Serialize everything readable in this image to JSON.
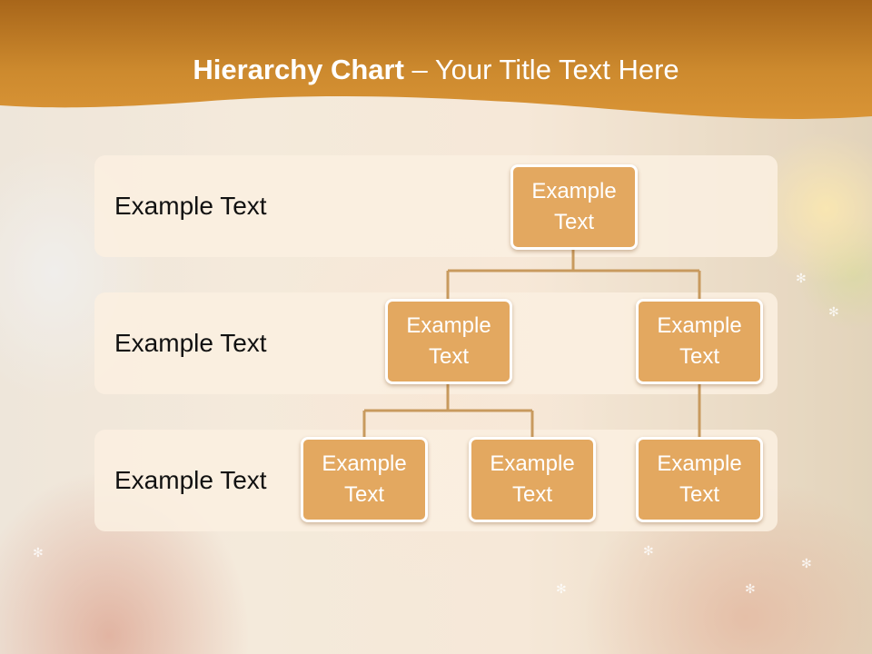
{
  "slide": {
    "title_bold": "Hierarchy Chart",
    "title_dash": " – ",
    "title_rest": "Your Title Text Here"
  },
  "tiers": [
    {
      "label": "Example Text"
    },
    {
      "label": "Example Text"
    },
    {
      "label": "Example Text"
    }
  ],
  "nodes": {
    "root": "Example Text",
    "level2_left": "Example Text",
    "level2_right": "Example Text",
    "level3_left": "Example Text",
    "level3_middle": "Example Text",
    "level3_right": "Example Text"
  },
  "colors": {
    "header_band": "#b8741f",
    "node_fill": "#e3a860",
    "connector": "#c89a5e",
    "tier_fill": "#fbefe0"
  }
}
